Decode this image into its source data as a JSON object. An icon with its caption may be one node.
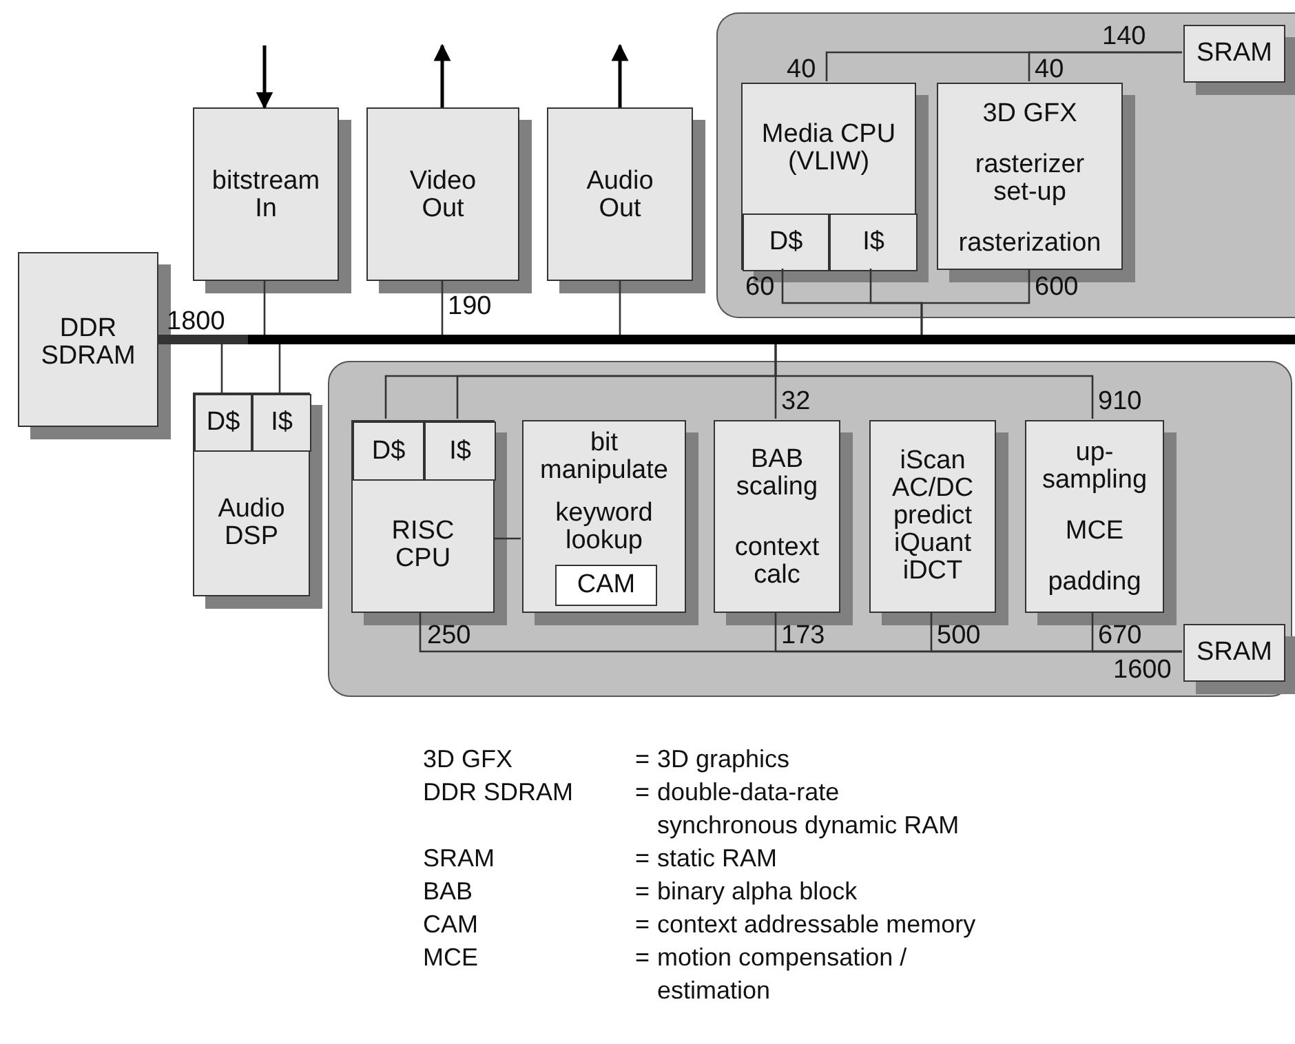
{
  "diagram": {
    "nodes": [
      {
        "text": [
          "bitstream In"
        ]
      },
      {
        "text": [
          "Video Out"
        ]
      },
      {
        "text": [
          "Audio Out"
        ]
      },
      {
        "text": [],
        "shape": "box"
      },
      {
        "text": [
          "SRAM"
        ],
        "in": 3
      },
      {
        "text": [
          "Media CPU (VLIW)"
        ],
        "in": 3
      },
      {
        "text": [
          "D$"
        ],
        "in": 5
      },
      {
        "text": [
          "I$"
        ],
        "in": 5
      },
      {
        "text": [
          "3D GFX",
          "rasterizer set-up",
          "rasterization"
        ],
        "in": 3
      },
      {
        "text": [
          "DDR SDRAM"
        ]
      },
      {
        "text": [],
        "shape": "bar"
      },
      {
        "text": [
          "Audio DSP"
        ]
      },
      {
        "text": [
          "D$"
        ],
        "in": 11
      },
      {
        "text": [
          "I$"
        ],
        "in": 11
      },
      {
        "text": [],
        "shape": "box"
      },
      {
        "text": [
          "RISC CPU"
        ],
        "in": 14
      },
      {
        "text": [
          "D$"
        ],
        "in": 15
      },
      {
        "text": [
          "I$"
        ],
        "in": 15
      },
      {
        "text": [
          "bit manipulate",
          "keyword lookup"
        ],
        "in": 14
      },
      {
        "text": [
          "CAM"
        ],
        "in": 18
      },
      {
        "text": [
          "BAB scaling",
          "context calc"
        ],
        "in": 14
      },
      {
        "text": [
          "iScan AC/DC predict iQuant iDCT"
        ],
        "in": 14
      },
      {
        "text": [
          "up- sampling",
          "MCE",
          "padding"
        ],
        "in": 14
      },
      {
        "text": [
          "SRAM"
        ],
        "in": 14
      }
    ],
    "edges": [
      {
        "from": null,
        "to": 0,
        "arrow": "to"
      },
      {
        "from": 1,
        "to": null,
        "arrow": "to"
      },
      {
        "from": 2,
        "to": null,
        "arrow": "to"
      },
      {
        "from": 0,
        "to": 10,
        "arrow": "none"
      },
      {
        "from": 1,
        "to": 10,
        "arrow": "none",
        "label": "190"
      },
      {
        "from": 2,
        "to": 10,
        "arrow": "none"
      },
      {
        "from": 9,
        "to": 10,
        "arrow": "none",
        "label": "1800",
        "style": "thick"
      },
      {
        "from": 12,
        "to": 10,
        "arrow": "none"
      },
      {
        "from": 13,
        "to": 10,
        "arrow": "none"
      },
      {
        "from": 4,
        "to": 5,
        "arrow": "none",
        "label": "40"
      },
      {
        "from": 4,
        "to": 8,
        "arrow": "none",
        "label": "40"
      },
      {
        "from": 6,
        "to": 10,
        "arrow": "none",
        "label": "60"
      },
      {
        "from": 7,
        "to": 10,
        "arrow": "none"
      },
      {
        "from": 8,
        "to": 10,
        "arrow": "none",
        "label": "600"
      },
      {
        "from": 10,
        "to": 20,
        "arrow": "none",
        "label": "32"
      },
      {
        "from": 10,
        "to": 16,
        "arrow": "none"
      },
      {
        "from": 10,
        "to": 17,
        "arrow": "none"
      },
      {
        "from": 10,
        "to": 22,
        "arrow": "none",
        "label": "910"
      },
      {
        "from": 15,
        "to": 18,
        "arrow": "none"
      },
      {
        "from": 15,
        "to": 23,
        "arrow": "none",
        "label": "250"
      },
      {
        "from": 20,
        "to": 23,
        "arrow": "none",
        "label": "173"
      },
      {
        "from": 21,
        "to": 23,
        "arrow": "none",
        "label": "500"
      },
      {
        "from": 22,
        "to": 23,
        "arrow": "none",
        "label": "670"
      }
    ],
    "labels": [
      "140",
      "1600",
      "3D GFX",
      "=",
      "3D graphics",
      "DDR SDRAM",
      "=",
      "double-data-rate synchronous dynamic RAM",
      "SRAM",
      "=",
      "static RAM",
      "BAB",
      "=",
      "binary alpha block",
      "CAM",
      "=",
      "context addressable memory",
      "MCE",
      "=",
      "motion compensation / estimation"
    ]
  }
}
